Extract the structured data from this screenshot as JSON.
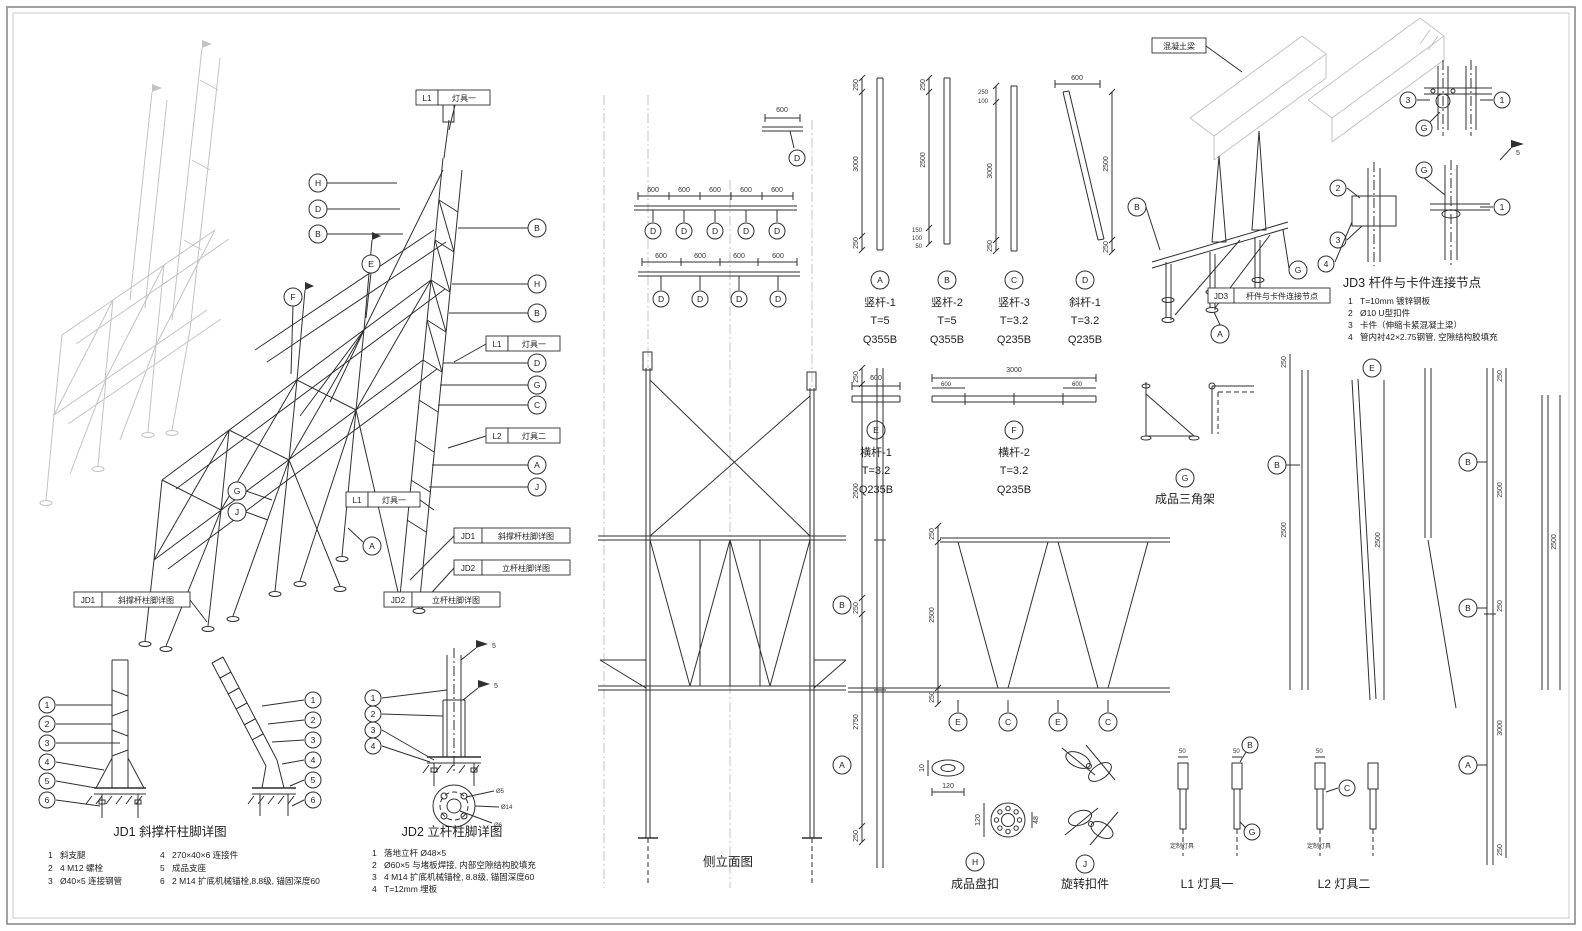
{
  "meta": {
    "bg": "#ffffff",
    "line_color": "#2f2f2f",
    "ghost_color": "#c3c3c3"
  },
  "letters": {
    "A": "A",
    "B": "B",
    "C": "C",
    "D": "D",
    "E": "E",
    "F": "F",
    "G": "G",
    "H": "H",
    "J": "J"
  },
  "nums": {
    "1": "1",
    "2": "2",
    "3": "3",
    "4": "4",
    "5": "5",
    "6": "6"
  },
  "dims": {
    "10": "10",
    "48": "48",
    "50": "50",
    "100": "100",
    "120": "120",
    "150": "150",
    "250": "250",
    "600": "600",
    "2500": "2500",
    "2750": "2750",
    "3000": "3000"
  },
  "phi": {
    "p5": "Ø5",
    "p14": "Ø14",
    "p6": "Ø6"
  },
  "refs": {
    "L1": {
      "tag": "L1",
      "label": "灯具一"
    },
    "L2": {
      "tag": "L2",
      "label": "灯具二"
    },
    "JD1": {
      "tag": "JD1",
      "label": "斜撑杆柱脚详图"
    },
    "JD2": {
      "tag": "JD2",
      "label": "立杆柱脚详图"
    },
    "JD3": {
      "tag": "JD3",
      "label": "杆件与卡件连接节点"
    },
    "beam": {
      "label": "混凝土梁"
    }
  },
  "members": {
    "A": {
      "name": "竖杆-1",
      "t": "T=5",
      "grade": "Q355B"
    },
    "B": {
      "name": "竖杆-2",
      "t": "T=5",
      "grade": "Q355B"
    },
    "C": {
      "name": "竖杆-3",
      "t": "T=3.2",
      "grade": "Q235B"
    },
    "D": {
      "name": "斜杆-1",
      "t": "T=3.2",
      "grade": "Q235B"
    },
    "E": {
      "name": "横杆-1",
      "t": "T=3.2",
      "grade": "Q235B"
    },
    "F": {
      "name": "横杆-2",
      "t": "T=3.2",
      "grade": "Q235B"
    }
  },
  "products": {
    "tripod": "成品三角架",
    "diskbuckle": "成品盘扣",
    "swivel": "旋转扣件",
    "l1": "L1 灯具一",
    "l2": "L2 灯具二",
    "custom": "定制灯具"
  },
  "titles": {
    "elevation": "侧立面图",
    "jd1": "JD1  斜撑杆柱脚详图",
    "jd2": "JD2  立杆柱脚详图",
    "jd3": "JD3  杆件与卡件连接节点"
  },
  "legends": {
    "jd1": [
      {
        "no": "1",
        "text": "斜支腿"
      },
      {
        "no": "2",
        "text": "4 M12 螺栓"
      },
      {
        "no": "3",
        "text": "Ø40×5 连接钢管"
      },
      {
        "no": "4",
        "text": "270×40×6 连接件"
      },
      {
        "no": "5",
        "text": "成品支座"
      },
      {
        "no": "6",
        "text": "2 M14 扩底机械锚栓,8.8级, 锚固深度60"
      }
    ],
    "jd2": [
      {
        "no": "1",
        "text": "落地立杆 Ø48×5"
      },
      {
        "no": "2",
        "text": "Ø60×5 与堵板焊接, 内部空隙结构胶填充"
      },
      {
        "no": "3",
        "text": "4 M14 扩底机械锚栓, 8.8级, 锚固深度60"
      },
      {
        "no": "4",
        "text": "T=12mm 埋板"
      }
    ],
    "jd3": [
      {
        "no": "1",
        "text": "T=10mm 镀锌钢板"
      },
      {
        "no": "2",
        "text": "Ø10 U型扣件"
      },
      {
        "no": "3",
        "text": "卡件（伸缩卡紧混凝土梁）"
      },
      {
        "no": "4",
        "text": "管内衬42×2.75钢管, 空隙结构胶填充"
      }
    ]
  }
}
